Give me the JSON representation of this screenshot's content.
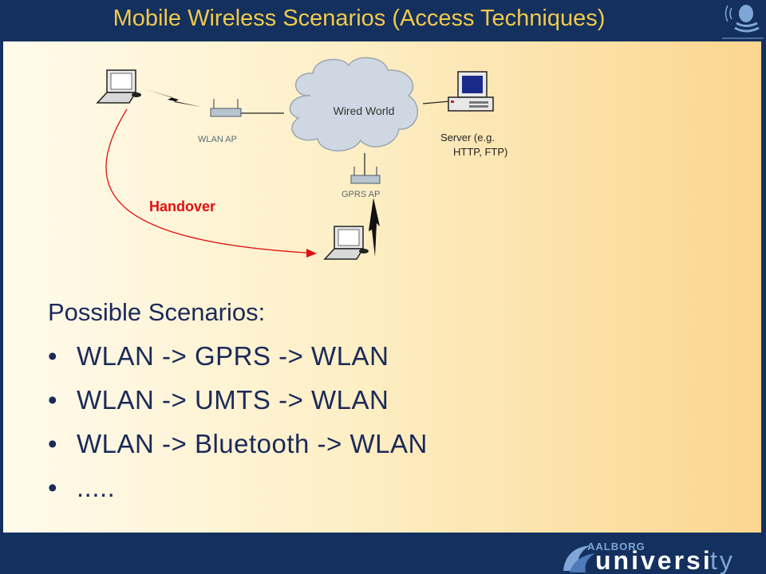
{
  "slide": {
    "title": "Mobile Wireless Scenarios (Access Techniques)"
  },
  "diagram": {
    "cloud_label": "Wired World",
    "wlan_ap_label": "WLAN AP",
    "gprs_ap_label": "GPRS AP",
    "server_label_line1": "Server (e.g.",
    "server_label_line2": "HTTP,  FTP)",
    "handover_label": "Handover",
    "handover_color": "#e01010"
  },
  "content": {
    "heading": "Possible Scenarios:",
    "items": [
      "WLAN -> GPRS -> WLAN",
      "WLAN -> UMTS -> WLAN",
      "WLAN -> Bluetooth -> WLAN",
      "....."
    ]
  },
  "branding": {
    "logo_top": "AALBORG",
    "logo_main": "universi",
    "logo_tail": "ty",
    "primary_color": "#13305e",
    "accent_color": "#f2c94a"
  }
}
